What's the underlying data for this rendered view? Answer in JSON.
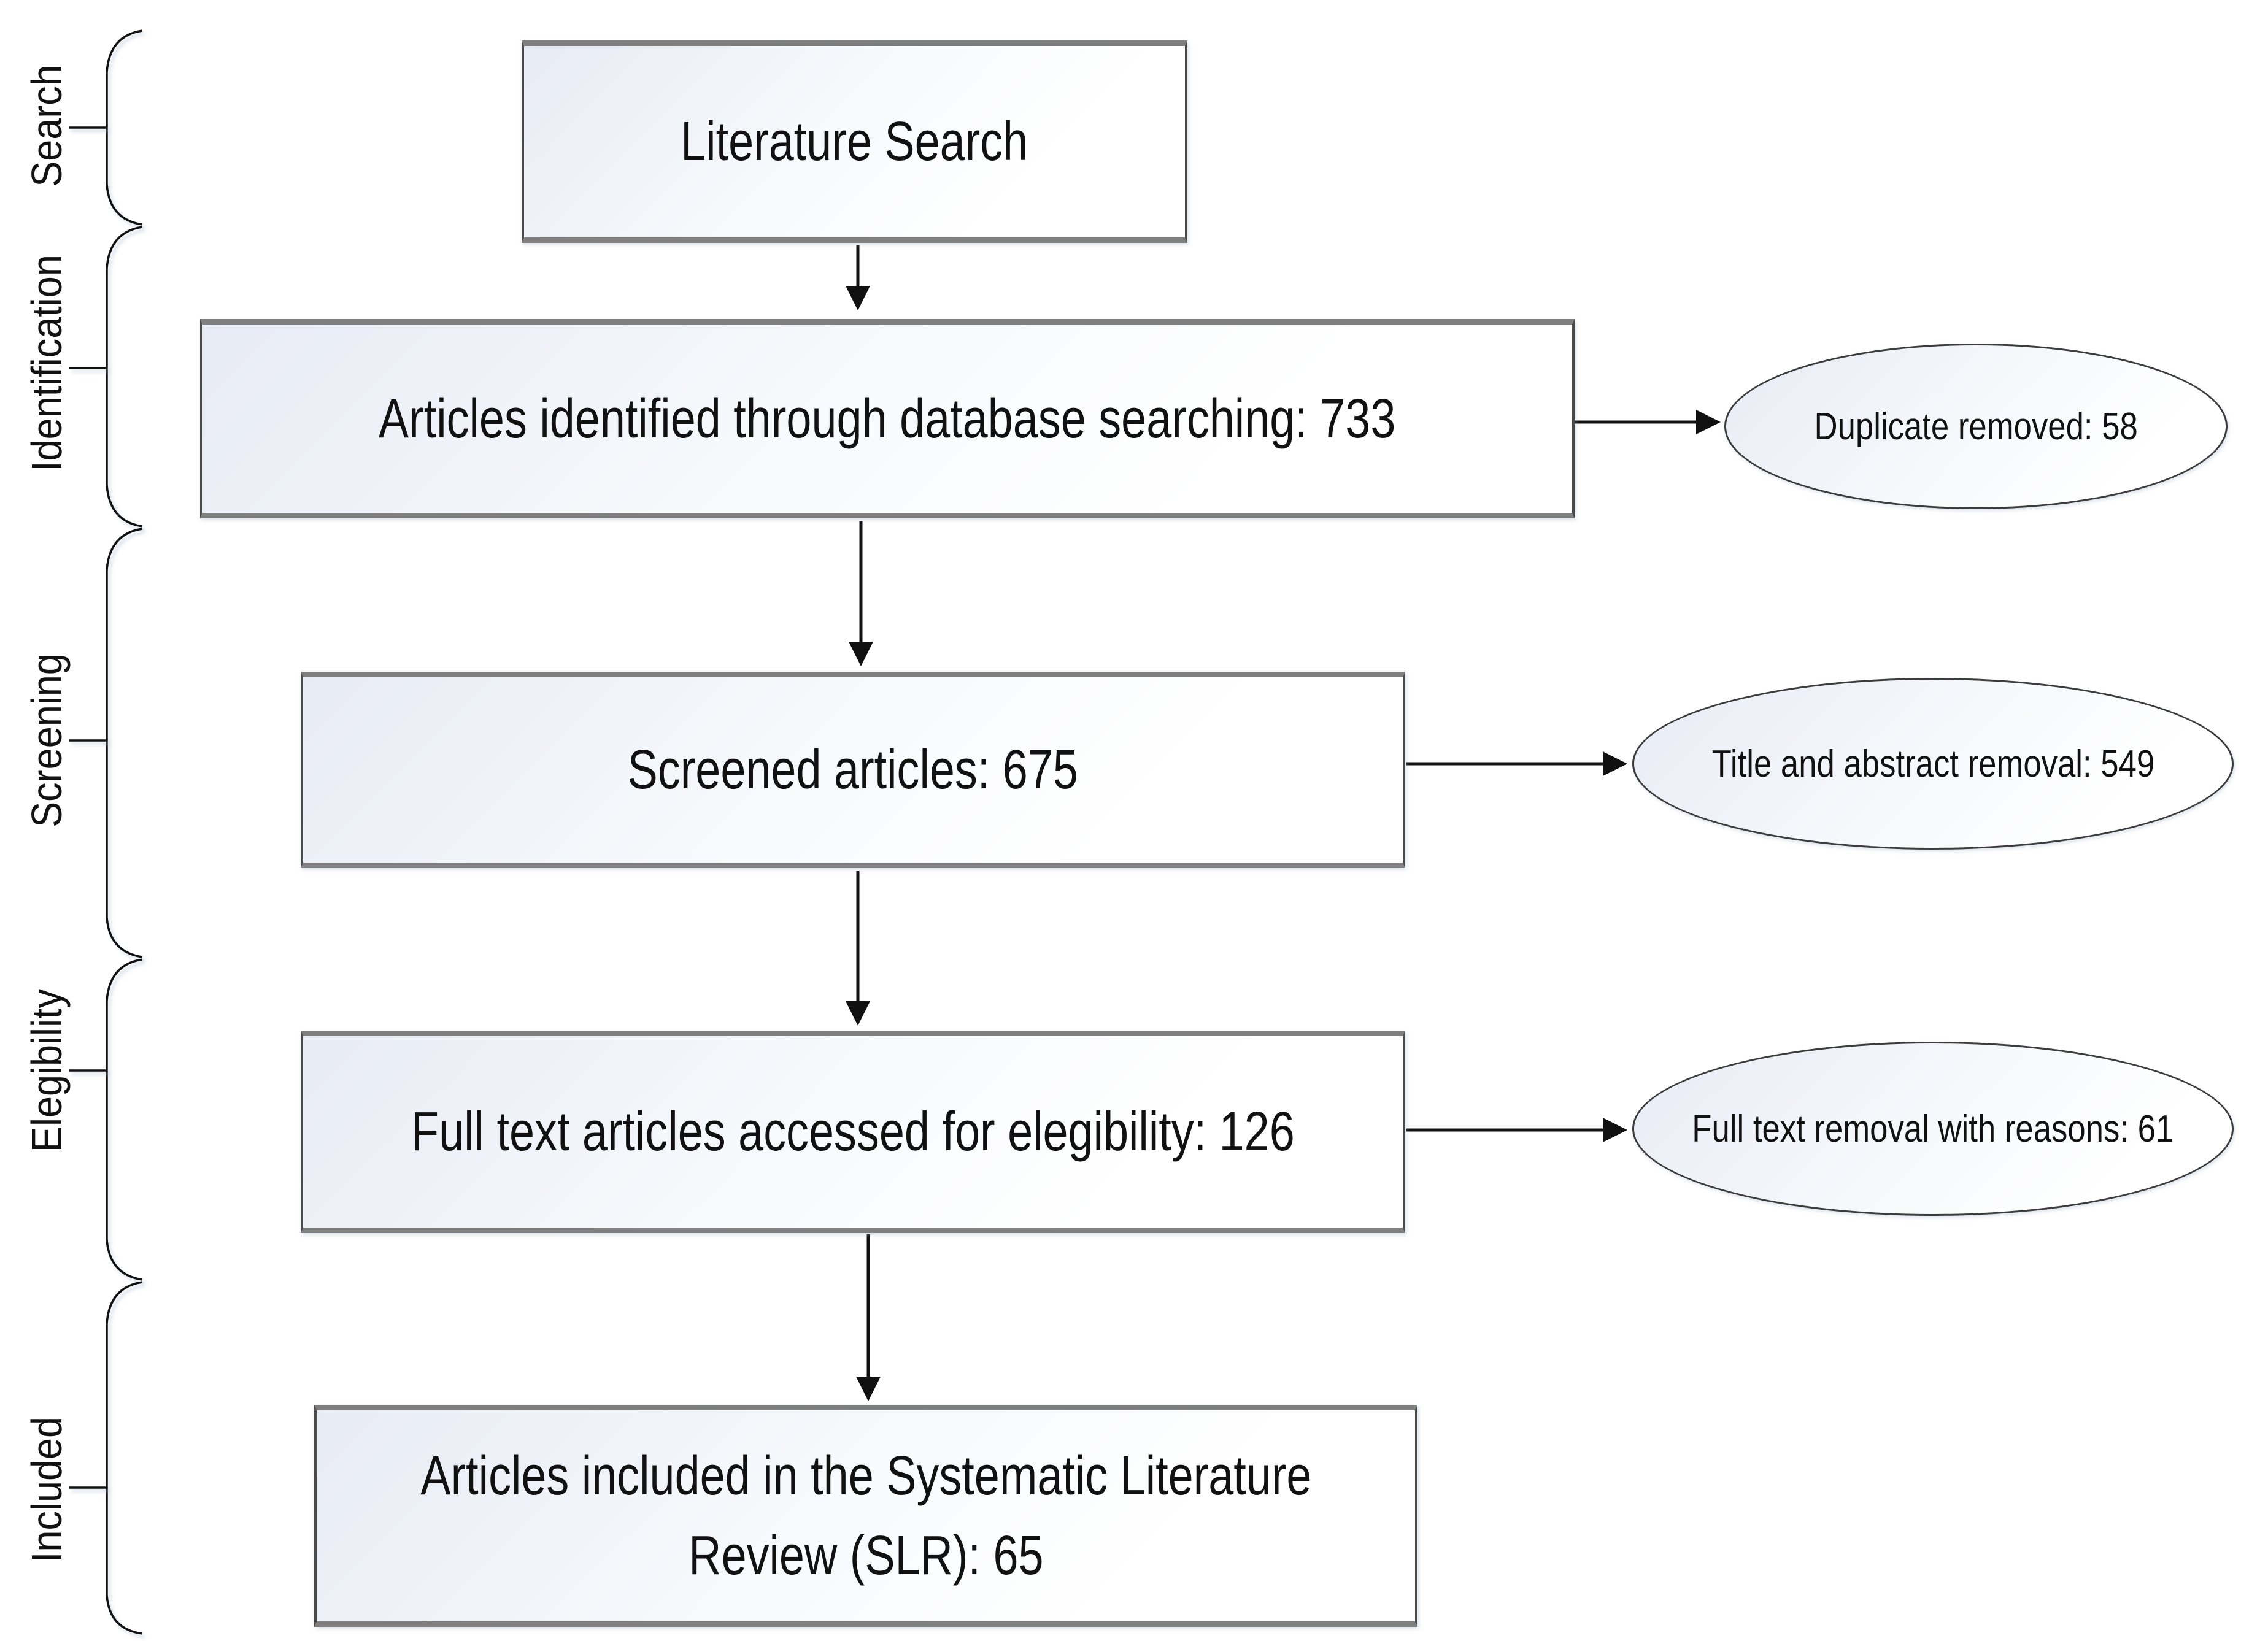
{
  "diagram": {
    "title_hint": "Systematic Literature Review PRISMA flow diagram",
    "side_labels": [
      "Search",
      "Identification",
      "Screening",
      "Elegibility",
      "Included"
    ],
    "boxes": {
      "literature_search": "Literature Search",
      "identified": "Articles identified through database searching: 733",
      "screened": "Screened articles: 675",
      "fulltext": "Full text articles accessed for elegibility: 126",
      "included_line1": "Articles included in the Systematic Literature",
      "included_line2": "Review (SLR): 65"
    },
    "ellipses": {
      "duplicates": "Duplicate removed: 58",
      "title_abstract": "Title and abstract removal: 549",
      "fulltext_removal": "Full text removal with reasons: 61"
    },
    "counts": {
      "identified": 733,
      "duplicates_removed": 58,
      "screened": 675,
      "title_abstract_removed": 549,
      "fulltext_assessed": 126,
      "fulltext_removed_with_reasons": 61,
      "included_in_slr": 65
    },
    "colors": {
      "box_fill": "#e7ebf4",
      "box_border": "#7f7f7f",
      "box_side_border": "#4a4a4a",
      "line": "#111111",
      "text": "#111111"
    }
  }
}
